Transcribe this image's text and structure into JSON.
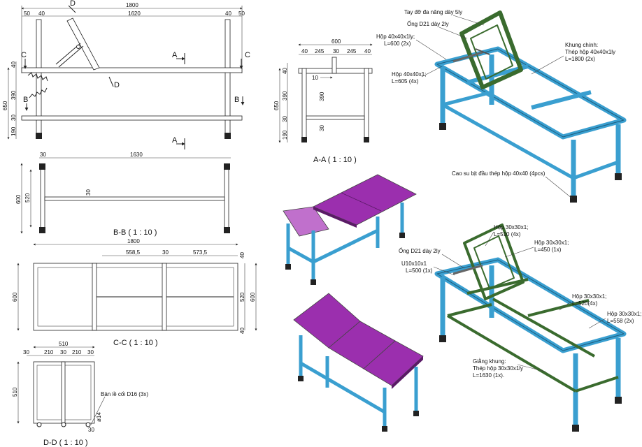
{
  "main_view": {
    "dims": {
      "top_total": "1800",
      "top_left_gap": "50",
      "top_left_post": "40",
      "top_mid": "1620",
      "top_right_post": "40",
      "top_right_gap": "50",
      "h_total": "650",
      "h_40": "40",
      "h_390": "390",
      "h_30": "30",
      "h_190": "190"
    },
    "section_marks": {
      "a": "A",
      "b": "B",
      "c": "C",
      "d": "D"
    }
  },
  "view_aa": {
    "caption": "A-A ( 1 : 10 )",
    "dims": {
      "w": "600",
      "d40a": "40",
      "d245a": "245",
      "d30": "30",
      "d245b": "245",
      "d40b": "40",
      "h650": "650",
      "h40": "40",
      "h390": "390",
      "h30": "30",
      "h190": "190",
      "h390b": "390",
      "h30b": "30",
      "h10": "10"
    }
  },
  "view_bb": {
    "caption": "B-B ( 1 : 10 )",
    "dims": {
      "w30": "30",
      "w1630": "1630",
      "h600": "600",
      "h520": "520",
      "h30": "30"
    }
  },
  "view_cc": {
    "caption": "C-C ( 1 : 10 )",
    "dims": {
      "w1800": "1800",
      "w558": "558,5",
      "w30": "30",
      "w573": "573,5",
      "h600l": "600",
      "h40a": "40",
      "h520": "520",
      "h600r": "600",
      "h40b": "40"
    }
  },
  "view_dd": {
    "caption": "D-D ( 1 : 10 )",
    "dims": {
      "w510": "510",
      "d30a": "30",
      "d210a": "210",
      "d30b": "30",
      "d210b": "210",
      "d30c": "30",
      "h510": "510",
      "h14": "ø14",
      "h30": "30"
    },
    "hinge_note": "Bản lề cối D16 (3x)"
  },
  "iso_top": {
    "labels": {
      "lift_bar": "Tay đỡ đa năng dày 5ly",
      "pipe": "Ống D21 dày 2ly",
      "box40_1ly": "Hộp 40x40x1ly;",
      "box40_1ly_len": "L=600 (2x)",
      "box40": "Hộp 40x40x1;",
      "box40_len": "L=605 (4x)",
      "frame_title": "Khung chính:",
      "frame_desc": "Thép hộp 40x40x1ly",
      "frame_len": "L=1800 (2x)",
      "rubber": "Cao su bịt đầu thép hộp 40x40 (4pcs)"
    }
  },
  "iso_bottom": {
    "labels": {
      "box30_510": "Hộp 30x30x1;",
      "box30_510_len": "L=510 (4x)",
      "box30_450": "Hộp 30x30x1;",
      "box30_450_len": "L=450 (1x)",
      "pipe": "Ống D21 dày 2ly",
      "u10": "U10x10x1",
      "u10_len": "L=500 (1x)",
      "box30_520": "Hộp 30x30x1;",
      "box30_520_len": "L=520(4x)",
      "box30_558": "Hộp 30x30x1;",
      "box30_558_len": "L=558 (2x)",
      "brace_title": "Giằng khung:",
      "brace_desc": "Thép hộp 30x30x1ly",
      "brace_len": "L=1630 (1x)."
    }
  },
  "colors": {
    "frame_blue": "#3a9fd0",
    "frame_green": "#3a6b2e",
    "top_purple": "#9b2fae",
    "foot": "#222222"
  }
}
